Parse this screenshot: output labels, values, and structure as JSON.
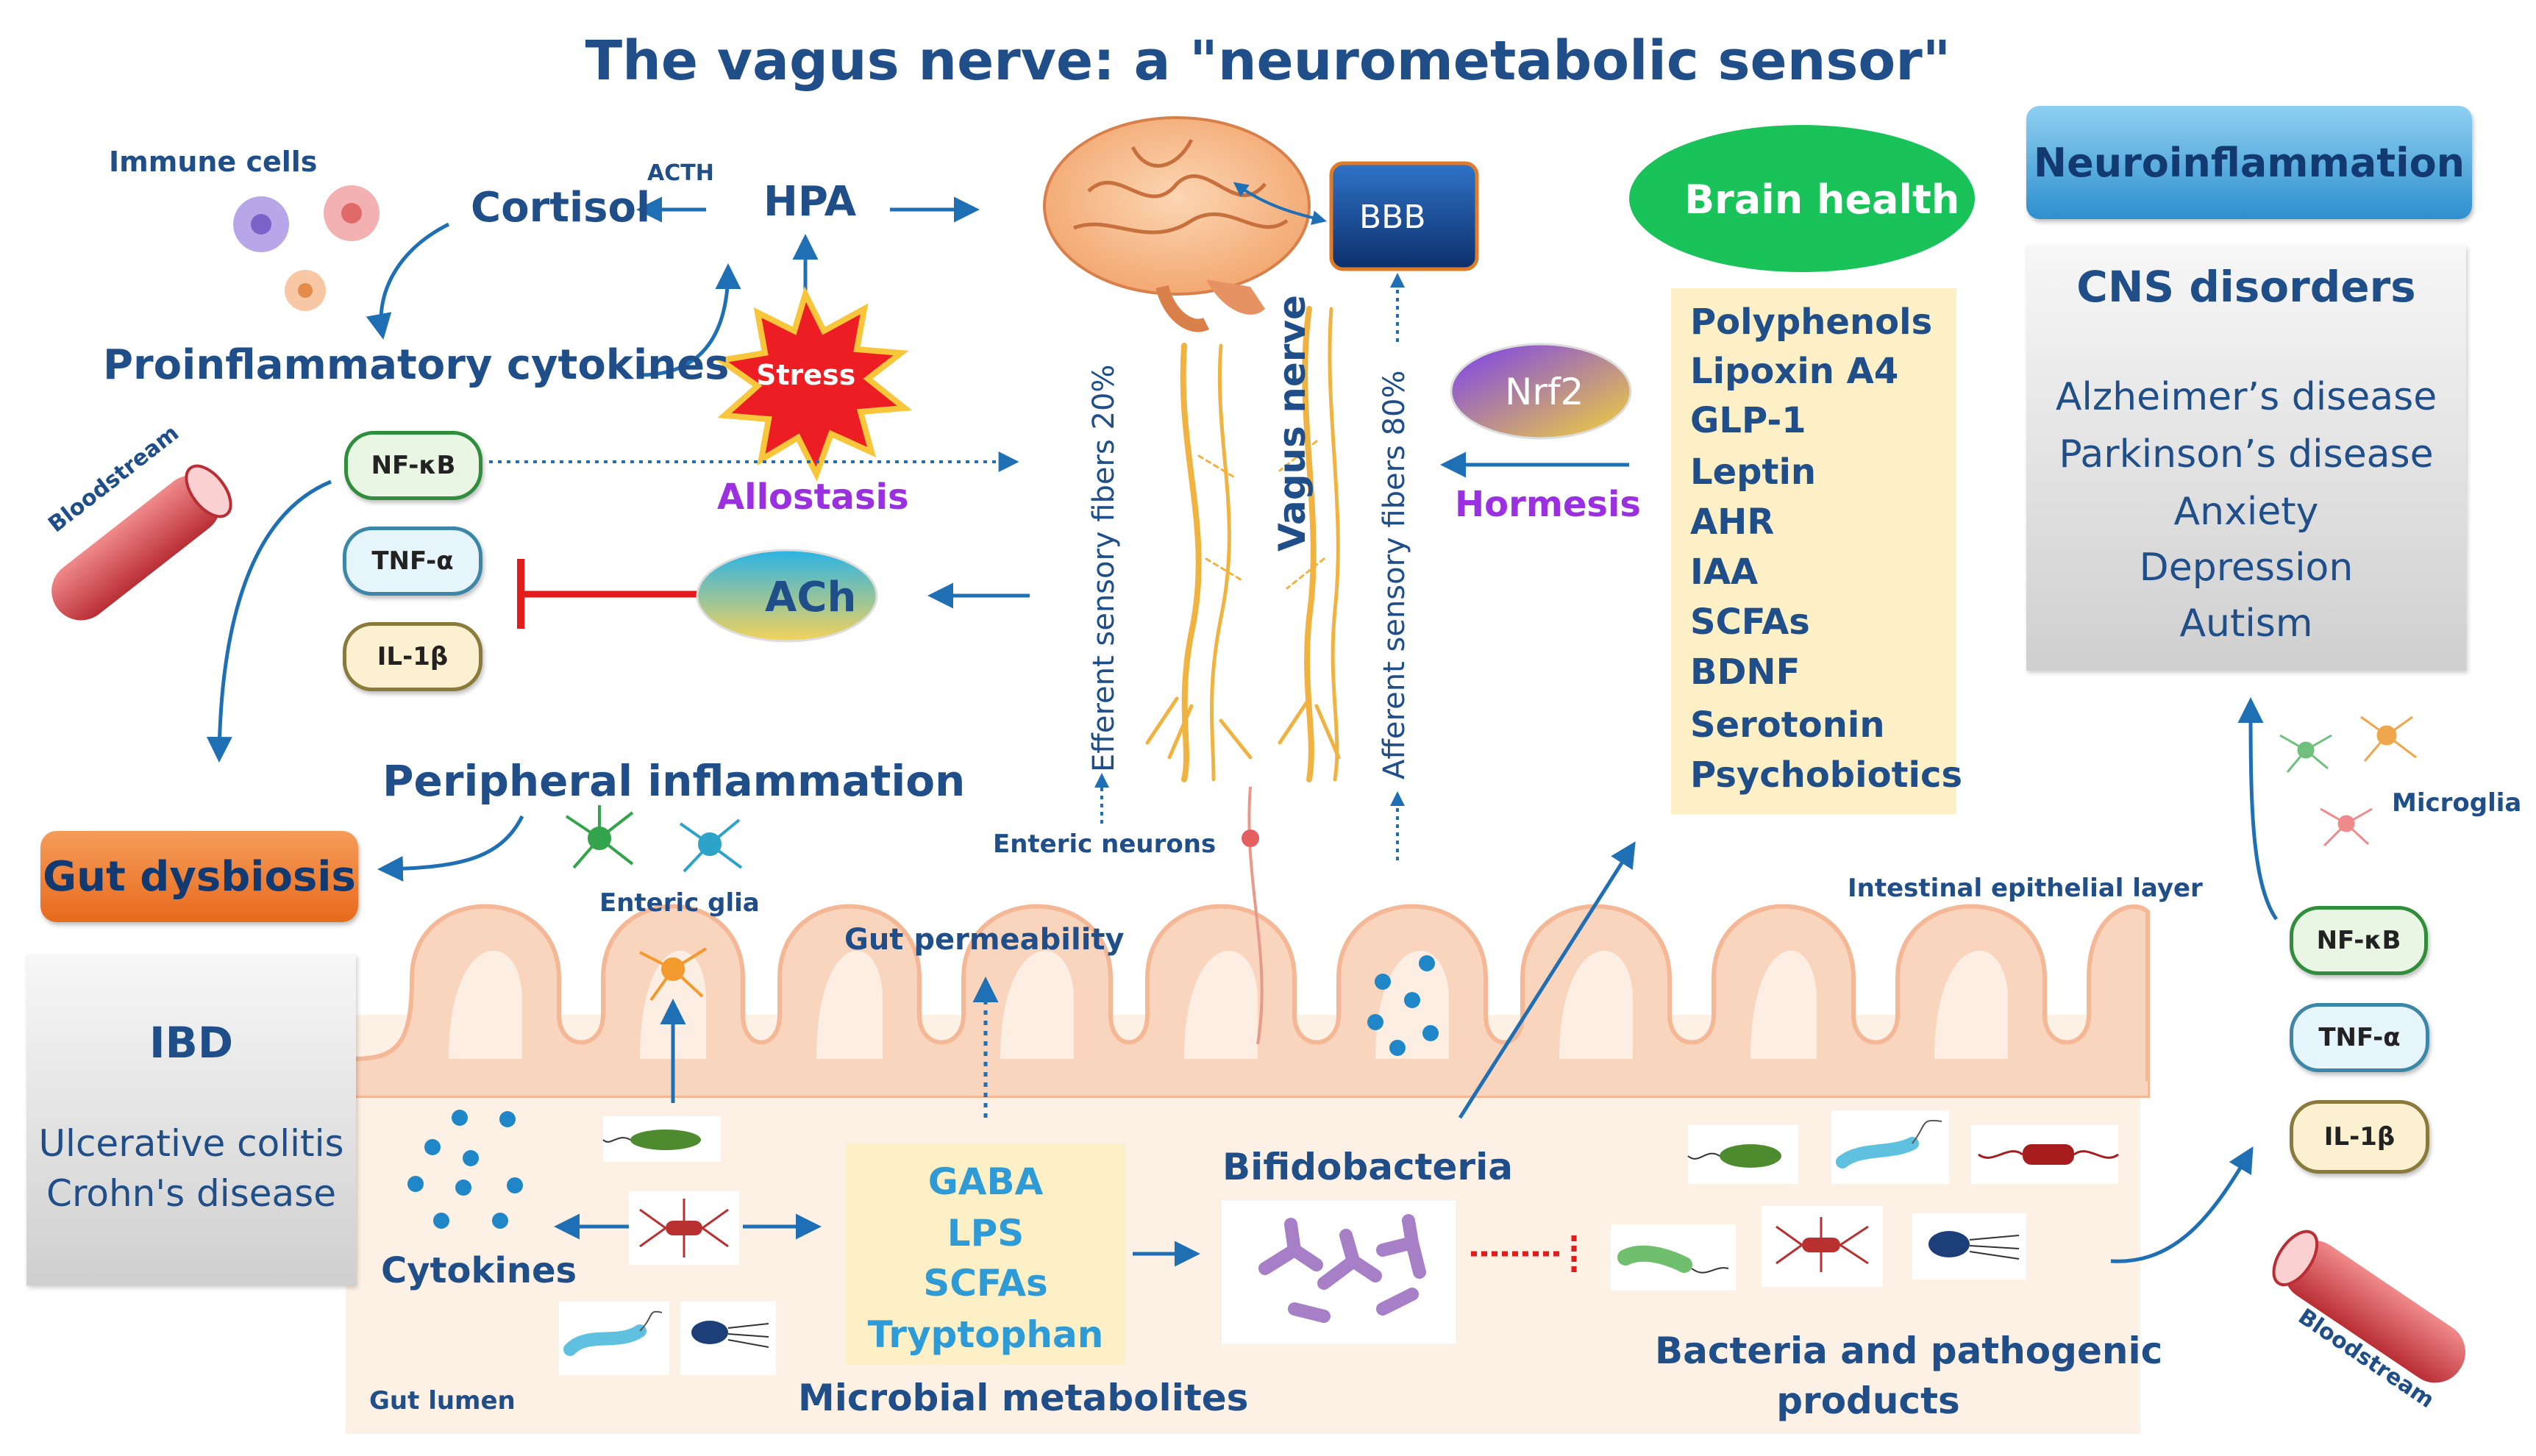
{
  "title": "The vagus nerve: a \"neurometabolic sensor\"",
  "top_left": {
    "immune_cells": "Immune cells",
    "cortisol": "Cortisol",
    "acth": "ACTH",
    "hpa": "HPA",
    "proinflammatory": "Proinflammatory cytokines",
    "stress": "Stress",
    "allostasis": "Allostasis",
    "ach": "ACh",
    "bloodstream": "Bloodstream",
    "peripheral_inflammation": "Peripheral  inflammation"
  },
  "markers_left": {
    "nfkb": "NF-κB",
    "tnfa": "TNF-α",
    "il1b": "IL-1β"
  },
  "markers_right": {
    "nfkb": "NF-κB",
    "tnfa": "TNF-α",
    "il1b": "IL-1β"
  },
  "center": {
    "bbb": "BBB",
    "vagus_nerve": "Vagus nerve",
    "efferent": "Efferent sensory fibers 20%",
    "afferent": "Afferent sensory fibers 80%",
    "nrf2": "Nrf2",
    "hormesis": "Hormesis",
    "enteric_neurons": "Enteric neurons"
  },
  "brain_health": {
    "label": "Brain health",
    "items": [
      "Polyphenols",
      "Lipoxin A4",
      "GLP-1",
      "Leptin",
      "AHR",
      "IAA",
      "SCFAs",
      "BDNF",
      "Serotonin",
      "Psychobiotics"
    ]
  },
  "right_panel": {
    "neuroinflammation": "Neuroinflammation",
    "cns_title": "CNS disorders",
    "cns_items": [
      "Alzheimer’s disease",
      "Parkinson’s disease",
      "Anxiety",
      "Depression",
      "Autism"
    ],
    "microglia": "Microglia",
    "bloodstream": "Bloodstream"
  },
  "gut": {
    "gut_dysbiosis": "Gut dysbiosis",
    "ibd_title": "IBD",
    "ibd_items": [
      "Ulcerative colitis",
      "Crohn's disease"
    ],
    "enteric_glia": "Enteric glia",
    "gut_permeability": "Gut permeability",
    "intestinal_layer": "Intestinal epithelial layer",
    "cytokines": "Cytokines",
    "metabolites": [
      "GABA",
      "LPS",
      "SCFAs",
      "Tryptophan"
    ],
    "microbial_metabolites": "Microbial metabolites",
    "bifidobacteria": "Bifidobacteria",
    "bacteria_products": [
      "Bacteria and pathogenic",
      "products"
    ],
    "gut_lumen": "Gut lumen"
  },
  "colors": {
    "text_blue": "#1f4e89",
    "arrow_blue": "#1f6fb4",
    "purple": "#9b30e0",
    "red": "#e31b1b",
    "gut_fill": "#fbe3d3",
    "lumen_fill": "#fdf1e6",
    "brain_health_green": "#19c35a",
    "neuro_blue": "#3aa0d8",
    "dysbiosis_orange": "#f07d2e"
  }
}
